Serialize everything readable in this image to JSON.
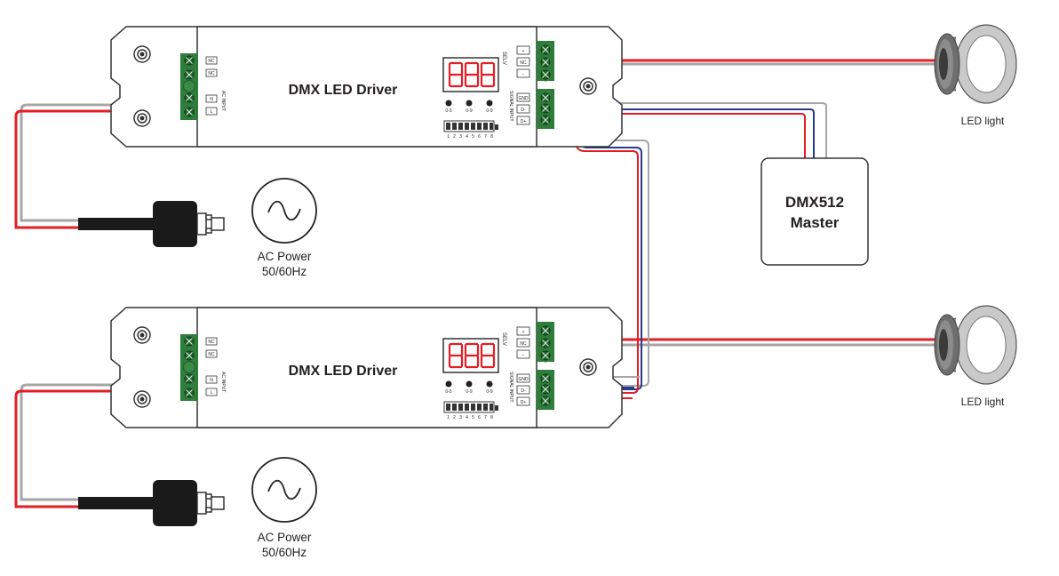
{
  "drivers": [
    {
      "title": "DMX LED Driver",
      "display": "8.8.8.",
      "dial_labels": [
        "0-5",
        "0-9",
        "0-9"
      ],
      "dip_numbers": [
        "1",
        "2",
        "3",
        "4",
        "5",
        "6",
        "7",
        "8"
      ],
      "ac_terminals": [
        "NC",
        "NC",
        "N",
        "L"
      ],
      "ac_label": "AC INPUT",
      "selv_label": "SELV",
      "out_terminals": [
        "+",
        "NC",
        "−"
      ],
      "signal_terminals": [
        "GND",
        "D-",
        "D+"
      ],
      "signal_label": "SIGNAL INPUT"
    },
    {
      "title": "DMX LED Driver",
      "display": "8.8.8.",
      "dial_labels": [
        "0-5",
        "0-9",
        "0-9"
      ],
      "dip_numbers": [
        "1",
        "2",
        "3",
        "4",
        "5",
        "6",
        "7",
        "8"
      ],
      "ac_terminals": [
        "NC",
        "NC",
        "N",
        "L"
      ],
      "ac_label": "AC INPUT",
      "selv_label": "SELV",
      "out_terminals": [
        "+",
        "NC",
        "−"
      ],
      "signal_terminals": [
        "GND",
        "D-",
        "D+"
      ],
      "signal_label": "SIGNAL INPUT"
    }
  ],
  "ac_power": [
    {
      "line1": "AC Power",
      "line2": "50/60Hz"
    },
    {
      "line1": "AC Power",
      "line2": "50/60Hz"
    }
  ],
  "master": {
    "line1": "DMX512",
    "line2": "Master"
  },
  "led_lights": [
    {
      "label": "LED light"
    },
    {
      "label": "LED light"
    }
  ],
  "colors": {
    "outline": "#3a3a3a",
    "wire_red": "#e31e24",
    "wire_gray": "#a6a6a6",
    "wire_blue": "#2b3a8c",
    "terminal_green": "#2e7d3a",
    "plug_black": "#1a1a1a"
  }
}
